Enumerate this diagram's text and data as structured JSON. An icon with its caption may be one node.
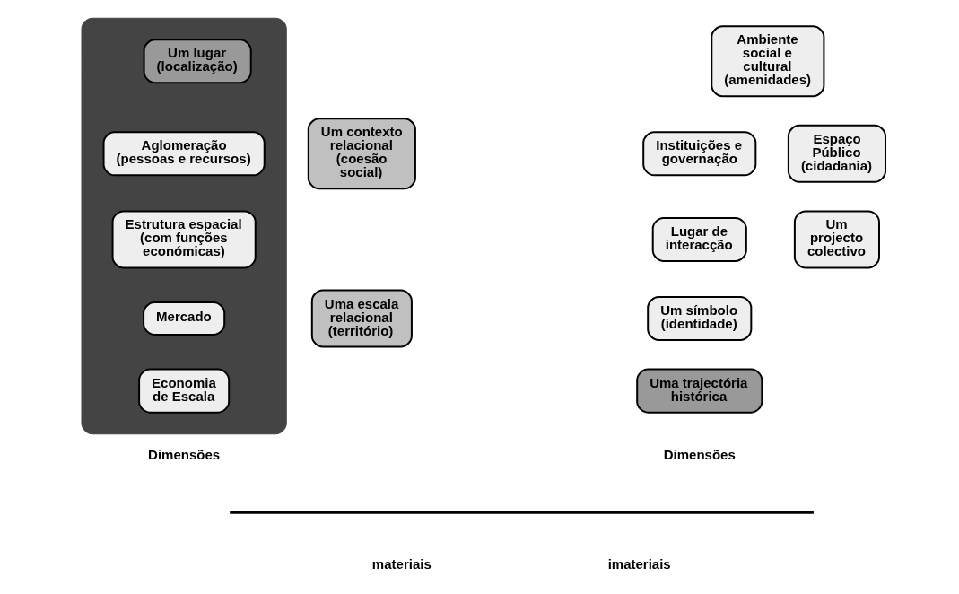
{
  "diagram": {
    "nodes": [
      {
        "text": [],
        "shape": "cloud"
      },
      {
        "text": [
          "Um lugar",
          "(localização)"
        ],
        "in": 0
      },
      {
        "text": [
          "Aglomeração",
          "(pessoas e recursos)"
        ],
        "in": 0
      },
      {
        "text": [
          "Estrutura espacial",
          "(com funções económicas)"
        ],
        "in": 0
      },
      {
        "text": [
          "Mercado"
        ],
        "in": 0
      },
      {
        "text": [
          "Economia de Escala"
        ],
        "in": 0
      },
      {
        "text": [
          "Um contexto relacional",
          "(coesão social)"
        ]
      },
      {
        "text": [
          "Uma escala relacional",
          "(território)"
        ]
      },
      {
        "text": [
          "Ambiente social e cultural",
          "(amenidades)"
        ]
      },
      {
        "text": [
          "Instituições e governação"
        ]
      },
      {
        "text": [
          "Espaço Público",
          "(cidadania)"
        ]
      },
      {
        "text": [
          "Lugar de interacção"
        ]
      },
      {
        "text": [
          "Um símbolo",
          "(identidade)"
        ]
      },
      {
        "text": [
          "Um projecto colectivo"
        ]
      },
      {
        "text": [
          "Uma trajectória histórica"
        ]
      }
    ],
    "edges": [],
    "labels": [
      "Dimensões",
      "Dimensões",
      "materiais",
      "imateriais"
    ]
  }
}
